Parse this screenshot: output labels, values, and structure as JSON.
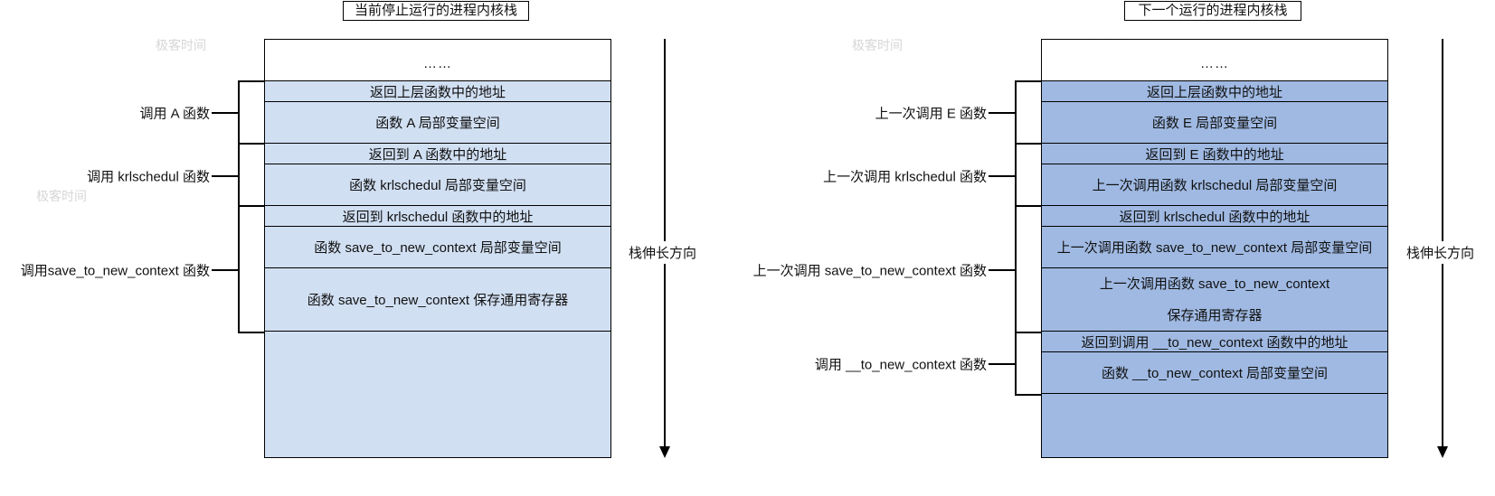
{
  "left": {
    "title": "当前停止运行的进程内核栈",
    "cells": [
      "……",
      "返回上层函数中的地址",
      "函数 A 局部变量空间",
      "返回到 A 函数中的地址",
      "函数 krlschedul 局部变量空间",
      "返回到 krlschedul 函数中的地址",
      "函数 save_to_new_context 局部变量空间",
      "函数 save_to_new_context 保存通用寄存器"
    ],
    "brackets": [
      "调用 A 函数",
      "调用 krlschedul 函数",
      "调用save_to_new_context 函数"
    ],
    "growth_label": "栈伸长方向"
  },
  "right": {
    "title": "下一个运行的进程内核栈",
    "cells": [
      "……",
      "返回上层函数中的地址",
      "函数 E 局部变量空间",
      "返回到 E 函数中的地址",
      "上一次调用函数 krlschedul 局部变量空间",
      "返回到 krlschedul 函数中的地址",
      "上一次调用函数 save_to_new_context 局部变量空间",
      [
        "上一次调用函数 save_to_new_context",
        "保存通用寄存器"
      ],
      "返回到调用 __to_new_context 函数中的地址",
      "函数 __to_new_context 局部变量空间"
    ],
    "brackets": [
      "上一次调用 E 函数",
      "上一次调用 krlschedul 函数",
      "上一次调用 save_to_new_context 函数",
      "调用 __to_new_context 函数"
    ],
    "growth_label": "栈伸长方向"
  },
  "watermark": "极客时间",
  "colors": {
    "left_fill": "#d1dff2",
    "right_fill": "#9fb9e2",
    "line": "#000000"
  }
}
